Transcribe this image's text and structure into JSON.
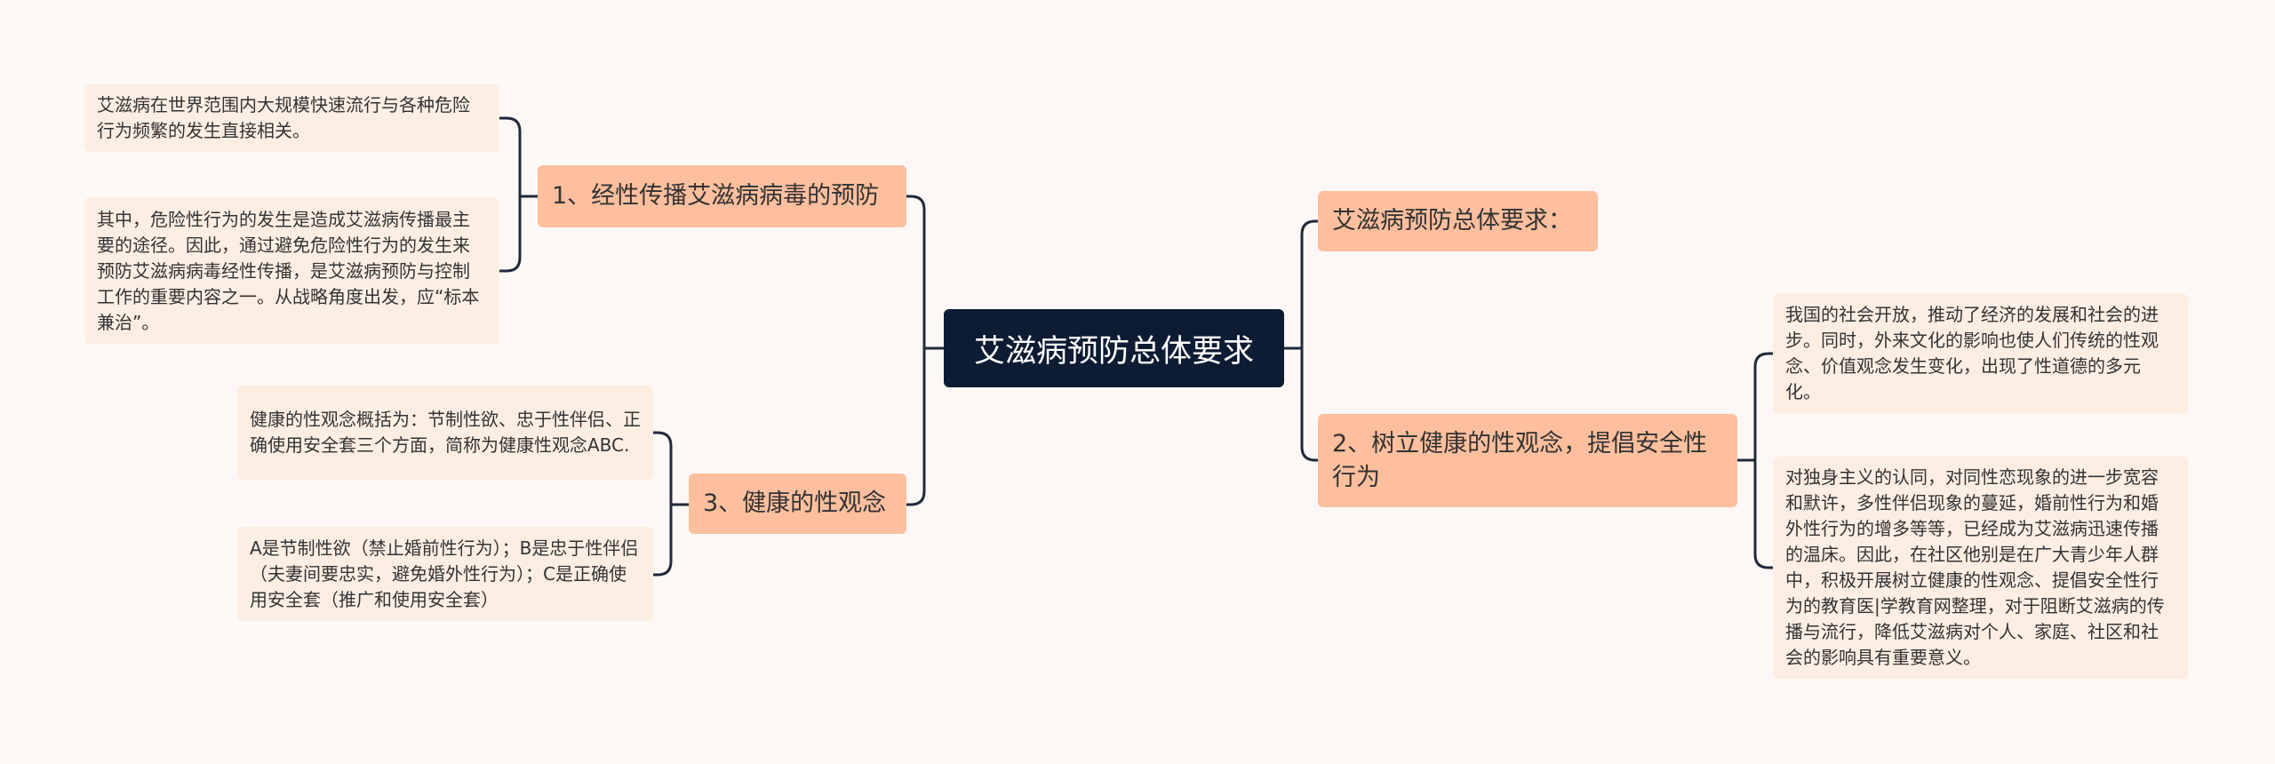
{
  "colors": {
    "background": "#fdf8f6",
    "root_fill": "#0e1c33",
    "branch_fill": "#fdbf9e",
    "leaf_fill": "#fdeee3",
    "connector": "#1f2a3a"
  },
  "root": {
    "label": "艾滋病预防总体要求"
  },
  "left_branches": [
    {
      "label": "1、经性传播艾滋病病毒的预防",
      "children": [
        "艾滋病在世界范围内大规模快速流行与各种危险行为频繁的发生直接相关。",
        "其中，危险性行为的发生是造成艾滋病传播最主要的途径。因此，通过避免危险性行为的发生来预防艾滋病病毒经性传播，是艾滋病预防与控制工作的重要内容之一。从战略角度出发，应“标本兼治”。"
      ]
    },
    {
      "label": "3、健康的性观念",
      "children": [
        "健康的性观念概括为：节制性欲、忠于性伴侣、正确使用安全套三个方面，简称为健康性观念ABC.",
        "A是节制性欲（禁止婚前性行为）；B是忠于性伴侣（夫妻间要忠实，避免婚外性行为）；C是正确使用安全套（推广和使用安全套）"
      ]
    }
  ],
  "right_branches": [
    {
      "label": "艾滋病预防总体要求：",
      "children": []
    },
    {
      "label": "2、树立健康的性观念，提倡安全性行为",
      "children": [
        "我国的社会开放，推动了经济的发展和社会的进步。同时，外来文化的影响也使人们传统的性观念、价值观念发生变化，出现了性道德的多元化。",
        "对独身主义的认同，对同性恋现象的进一步宽容和默许，多性伴侣现象的蔓延，婚前性行为和婚外性行为的增多等等，已经成为艾滋病迅速传播的温床。因此，在社区他别是在广大青少年人群中，积极开展树立健康的性观念、提倡安全性行为的教育医|学教育网整理，对于阻断艾滋病的传播与流行，降低艾滋病对个人、家庭、社区和社会的影响具有重要意义。"
      ]
    }
  ]
}
